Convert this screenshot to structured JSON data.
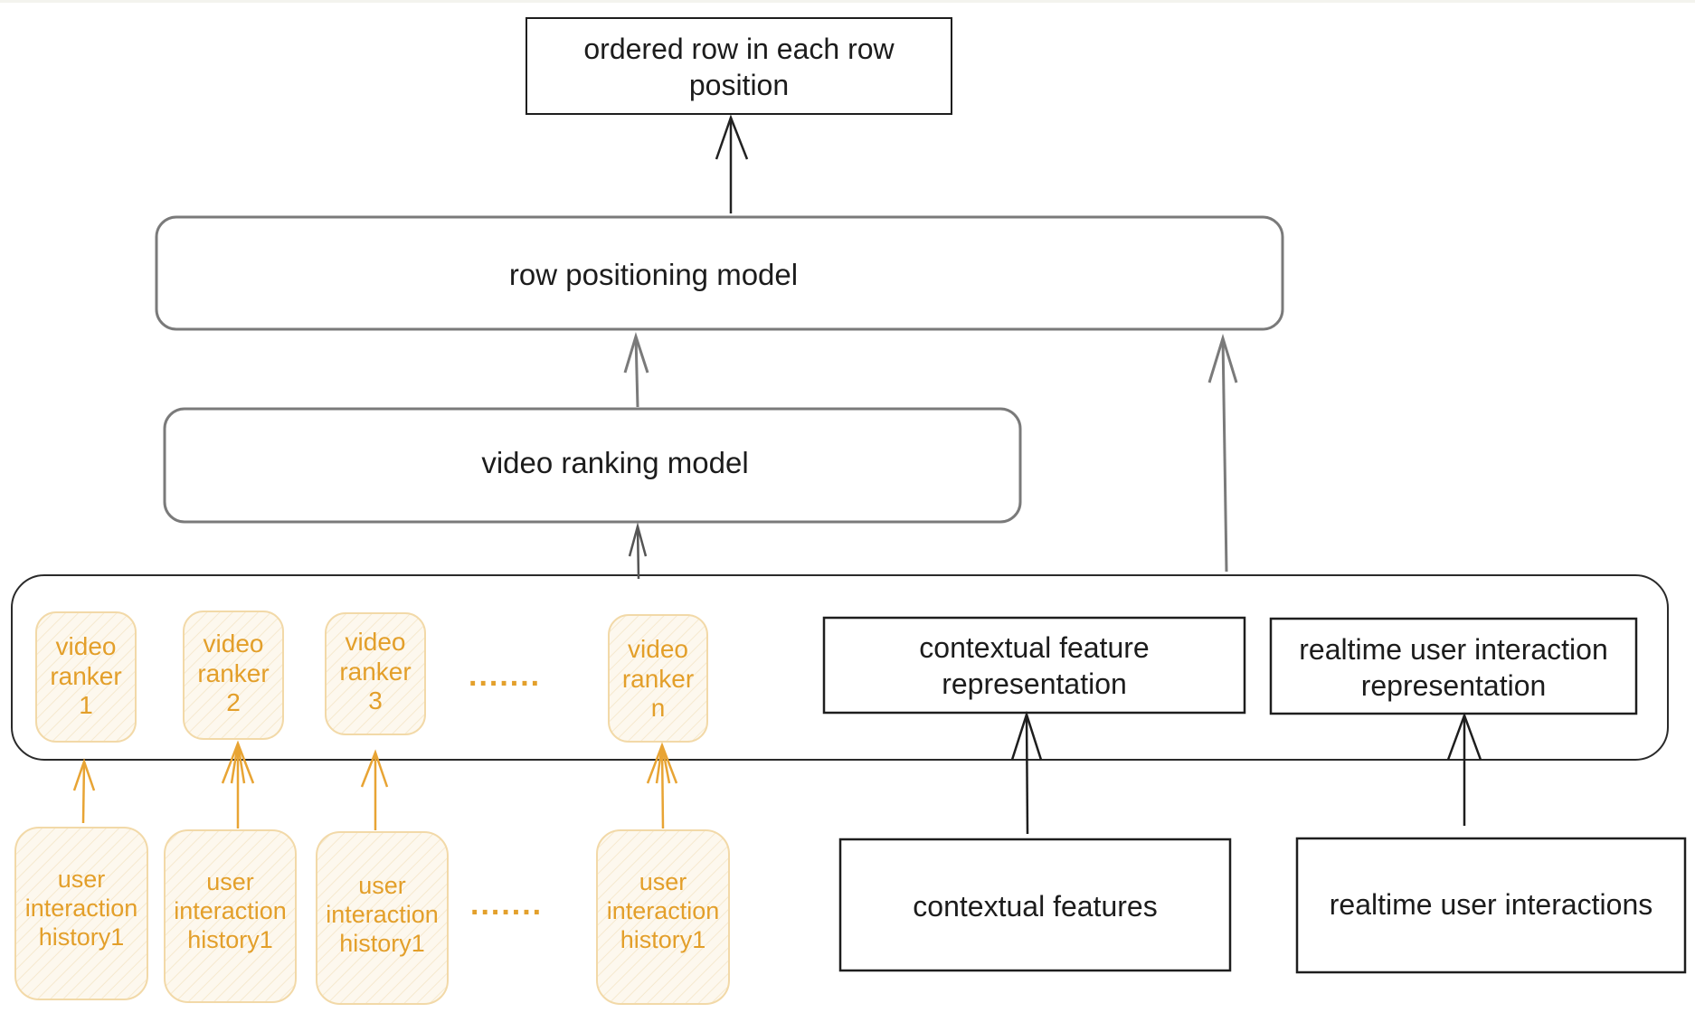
{
  "diagram": {
    "output_box": {
      "lines": [
        "ordered row in each row",
        "position"
      ]
    },
    "row_positioning_model": {
      "label": "row positioning model"
    },
    "video_ranking_model": {
      "label": "video ranking model"
    },
    "video_rankers": [
      {
        "lines": [
          "video",
          "ranker",
          "1"
        ]
      },
      {
        "lines": [
          "video",
          "ranker",
          "2"
        ]
      },
      {
        "lines": [
          "video",
          "ranker",
          "3"
        ]
      },
      {
        "lines": [
          "video",
          "ranker",
          "n"
        ]
      }
    ],
    "ranker_ellipsis": ".......",
    "contextual_feature_representation": {
      "lines": [
        "contextual feature",
        "representation"
      ]
    },
    "realtime_user_interaction_representation": {
      "lines": [
        "realtime user interaction",
        "representation"
      ]
    },
    "user_histories": [
      {
        "lines": [
          "user",
          "interaction",
          "history1"
        ]
      },
      {
        "lines": [
          "user",
          "interaction",
          "history1"
        ]
      },
      {
        "lines": [
          "user",
          "interaction",
          "history1"
        ]
      },
      {
        "lines": [
          "user",
          "interaction",
          "history1"
        ]
      }
    ],
    "history_ellipsis": ".......",
    "contextual_features": {
      "label": "contextual features"
    },
    "realtime_user_interactions": {
      "label": "realtime user interactions"
    },
    "colors": {
      "stroke_dark": "#1e1e1e",
      "stroke_gray": "#7a7a7a",
      "accent_orange": "#e39f2a",
      "orange_fill": "#fdf8ee",
      "orange_stroke": "#f2d9a8"
    },
    "edges": [
      {
        "from": "row_positioning_model",
        "to": "output_box"
      },
      {
        "from": "video_ranking_model",
        "to": "row_positioning_model"
      },
      {
        "from": "feature_container",
        "to": "row_positioning_model"
      },
      {
        "from": "feature_container",
        "to": "video_ranking_model"
      },
      {
        "from": "user_histories.0",
        "to": "video_rankers.0"
      },
      {
        "from": "user_histories.1",
        "to": "video_rankers.1"
      },
      {
        "from": "user_histories.2",
        "to": "video_rankers.2"
      },
      {
        "from": "user_histories.3",
        "to": "video_rankers.3"
      },
      {
        "from": "contextual_features",
        "to": "contextual_feature_representation"
      },
      {
        "from": "realtime_user_interactions",
        "to": "realtime_user_interaction_representation"
      }
    ]
  }
}
